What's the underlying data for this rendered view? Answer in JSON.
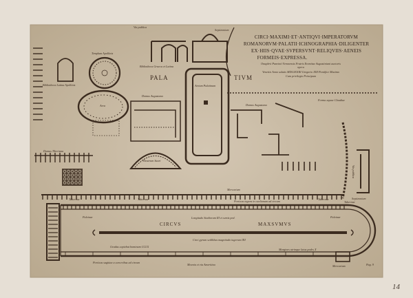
{
  "title": {
    "lines": [
      "CIRCI·MAXIMI·ET·ANTIQVI·IMPERATORVM",
      "ROMANORVM·PALATII·ICHNOGRAPHIA·DILIGENTER",
      "EX·HIIS·QVAE·SVPERSVNT·RELIQVIIS·AENEIS",
      "FORMEIS·EXPRESSA."
    ],
    "small": [
      "Onuphrii Panvinii Veronensis Fratris Eremitae Augustiniani auctoris",
      "opera",
      "Venetiis Anno salutis MDLXXXIII Gregorio XIII Pontifice Maximo",
      "Cum privilegio Principum"
    ]
  },
  "labels": {
    "pala": "PALA",
    "tium": "TIVM",
    "via_publica_top": "Via publica",
    "septizonium_top": "Septizonium",
    "templum_apollinis": "Templum Apollinis",
    "bibliotheca_graeca": "Bibliotheca Graeca et Latina",
    "bibliotheca_latina": "Bibliotheca Latina Apollinis",
    "area": "Area",
    "domus_augustana": "Domus Augustana",
    "atrium_palatinum": "Atrium Palatinum",
    "domus_augustana_2": "Domus Augustana",
    "forma_aquae": "Forma aquae Claudiae",
    "domus_tiberiana": "Domus Tiberiana",
    "theatrum": "Theatrum Sauri",
    "via_publica_right": "Via publica",
    "septizonium": "Septizonium",
    "mercurium": "Mercurium",
    "tabernae": [
      "Tabernae",
      "Tabernae",
      "Tabernae",
      "Tabernae"
    ],
    "porticus": "Porticus ingens in caelianum ad circum",
    "pulvinar_left": "Pulvinar",
    "pulvinar_right": "Pulvinar",
    "circus": "CIRCVS",
    "maximus": "MAXSVMVS",
    "longitudo": "Longitudo Stadiorum III et semis ped.",
    "iugerum": "Circi gyrum sedilibus magnitudo iugerum IIII",
    "gradus": "Gradus capiebat hominum CCLX",
    "margines": "Margines utrinque latus pedes X",
    "porticus_bottom": "Porticus sagittae a carceribus ad circum",
    "moenia": "Moenia et via Ameritina",
    "mercurium_bottom": "Mercurium",
    "page": "Pag. 9",
    "handwritten": "14"
  },
  "colors": {
    "paper": "#e6dfd5",
    "plate": "#c9bba6",
    "ink": "#3b2b1f"
  }
}
